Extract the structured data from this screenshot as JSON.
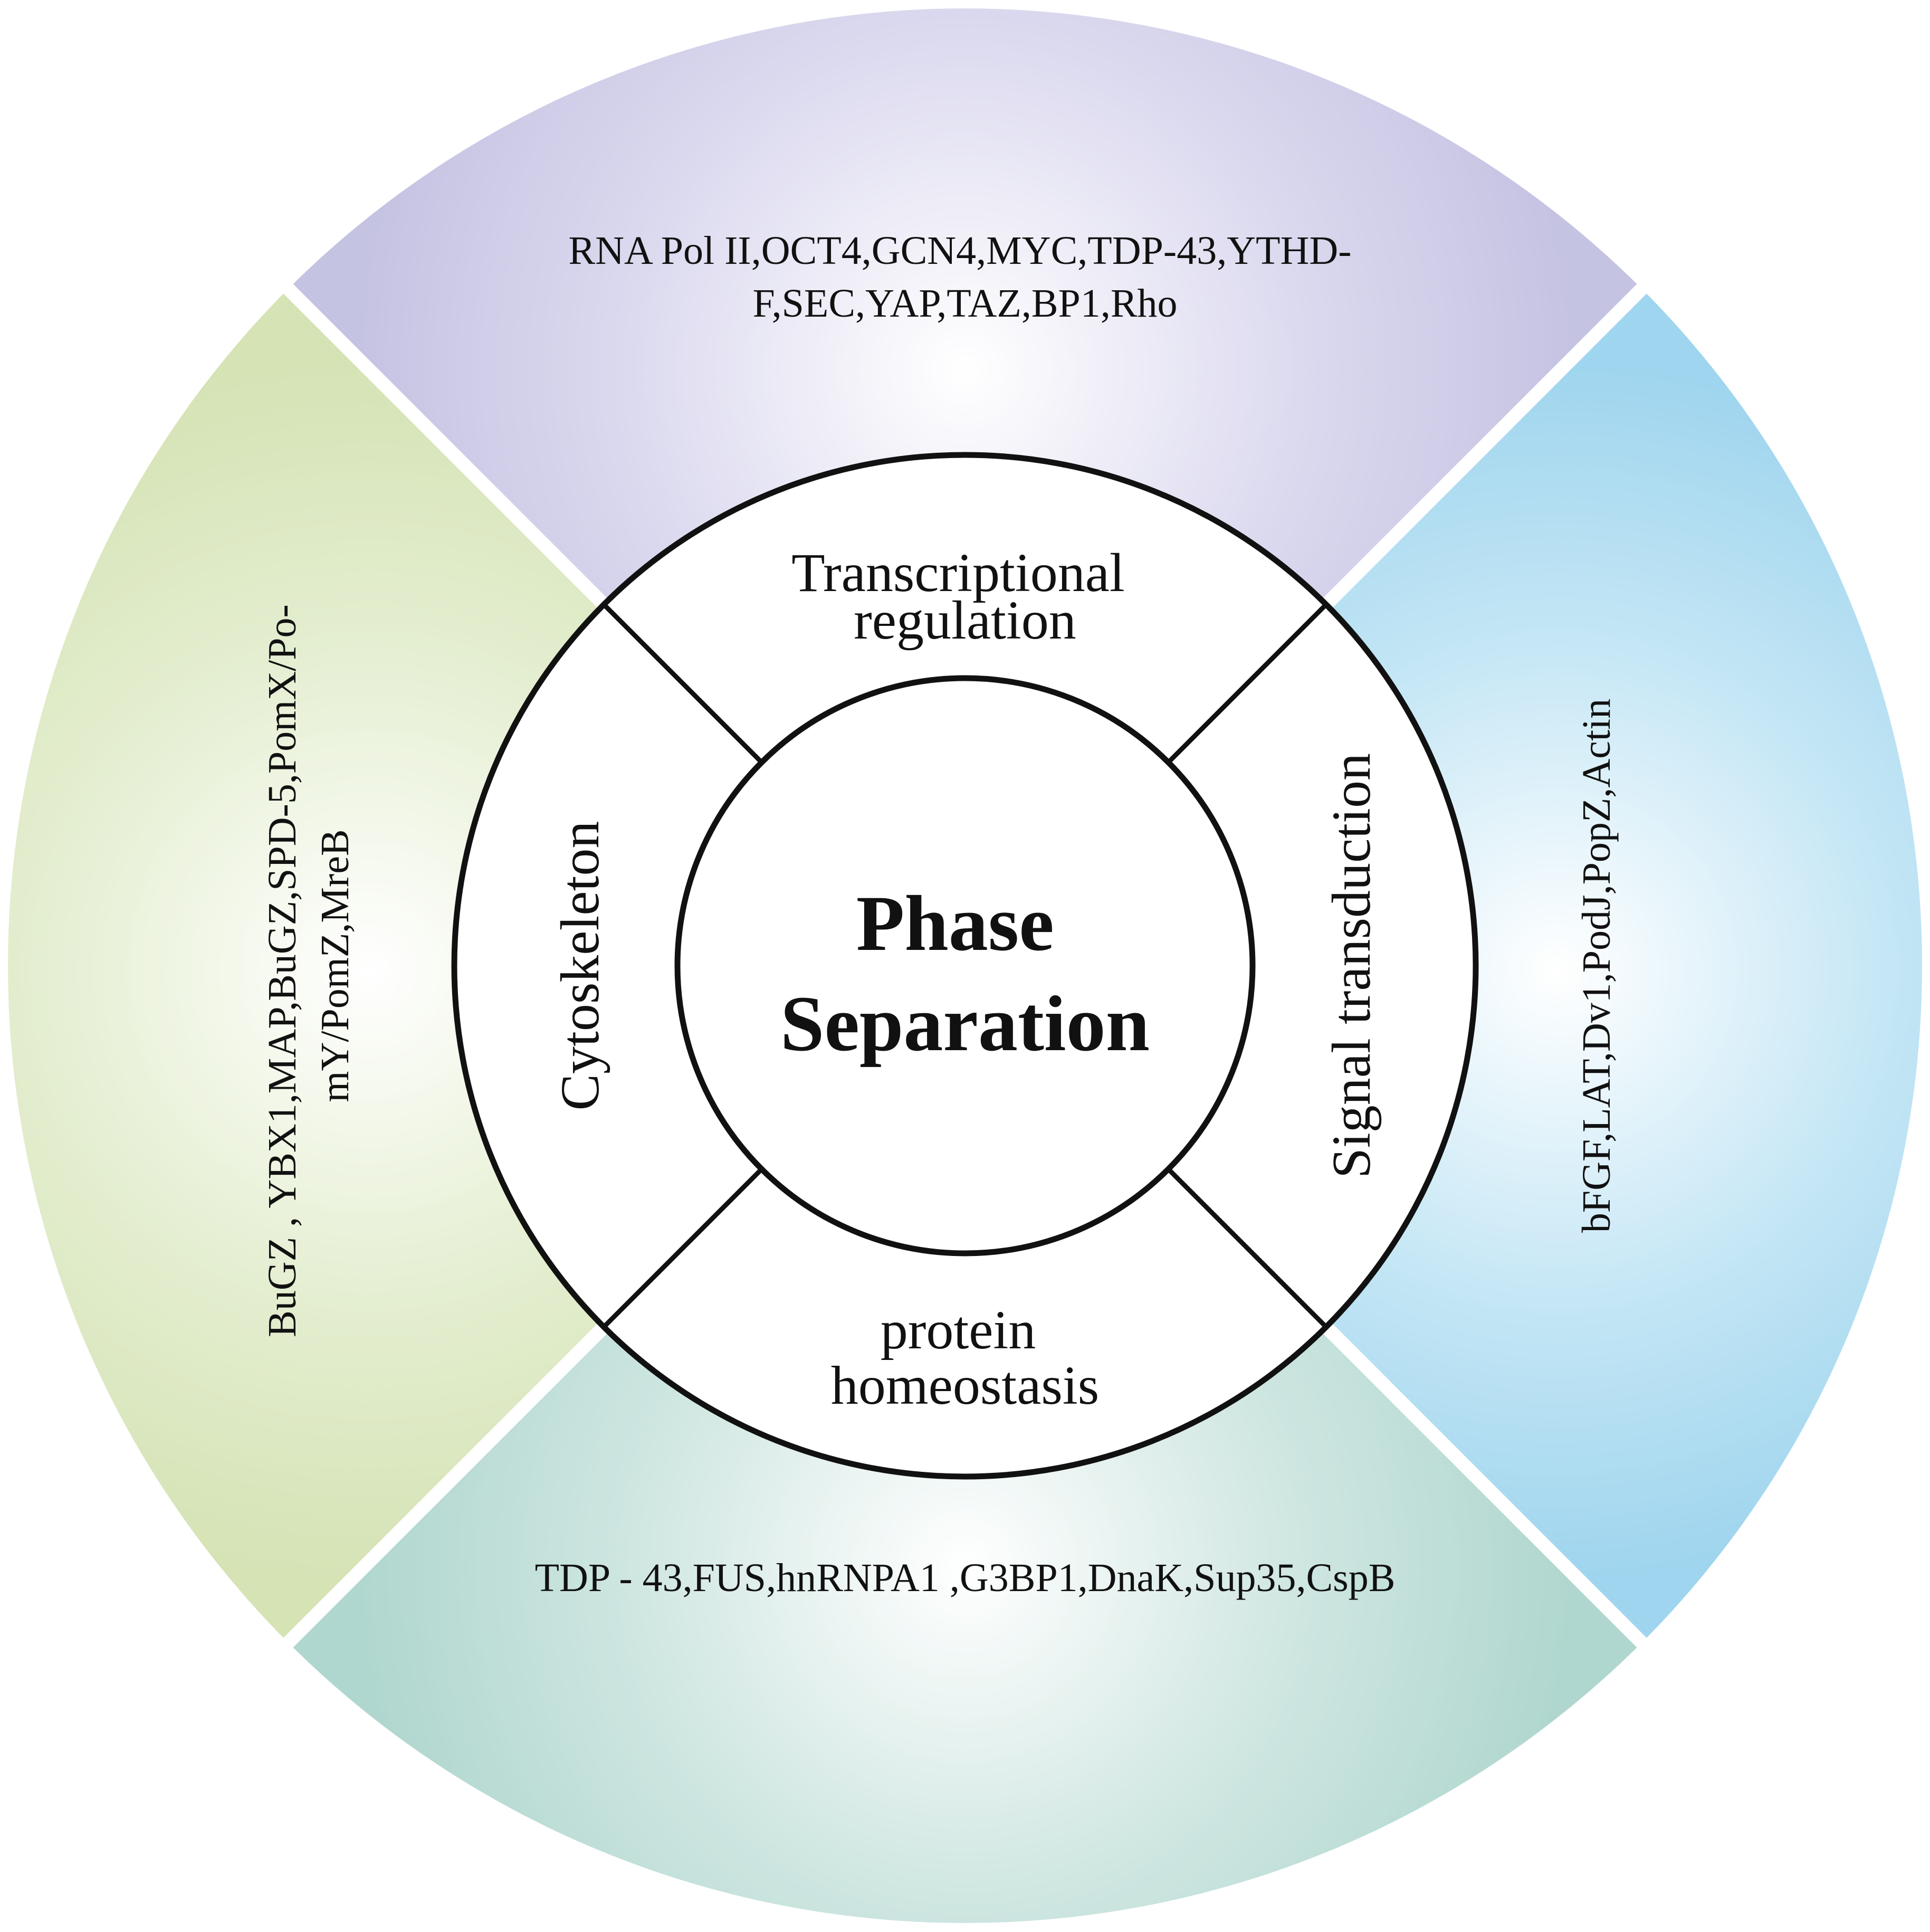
{
  "center": {
    "line1": "Phase",
    "line2": "Separation"
  },
  "segments": {
    "top": {
      "category_lines": [
        "Transcriptional",
        "regulation"
      ],
      "protein_lines": [
        "RNA Pol II,OCT4,GCN4,MYC,TDP-43,YTHD-",
        "F,SEC,YAP,TAZ,BP1,Rho"
      ],
      "color": "#c5c3e2"
    },
    "right": {
      "category_lines": [
        "Signal transduction"
      ],
      "protein_lines": [
        "bFGF,LAT,Dv1,PodJ,PopZ,Actin"
      ],
      "color": "#9fd5ee"
    },
    "bottom": {
      "category_lines": [
        "protein",
        "homeostasis"
      ],
      "protein_lines": [
        "TDP - 43,FUS,hnRNPA1 ,G3BP1,DnaK,Sup35,CspB"
      ],
      "color": "#b0d7cf"
    },
    "left": {
      "category_lines": [
        "Cytoskeleton"
      ],
      "protein_lines": [
        "BuGZ , YBX1,MAP,BuGZ,SPD-5,PomX/Po-",
        "mY/PomZ,MreB"
      ],
      "color": "#d5e3b5"
    }
  }
}
